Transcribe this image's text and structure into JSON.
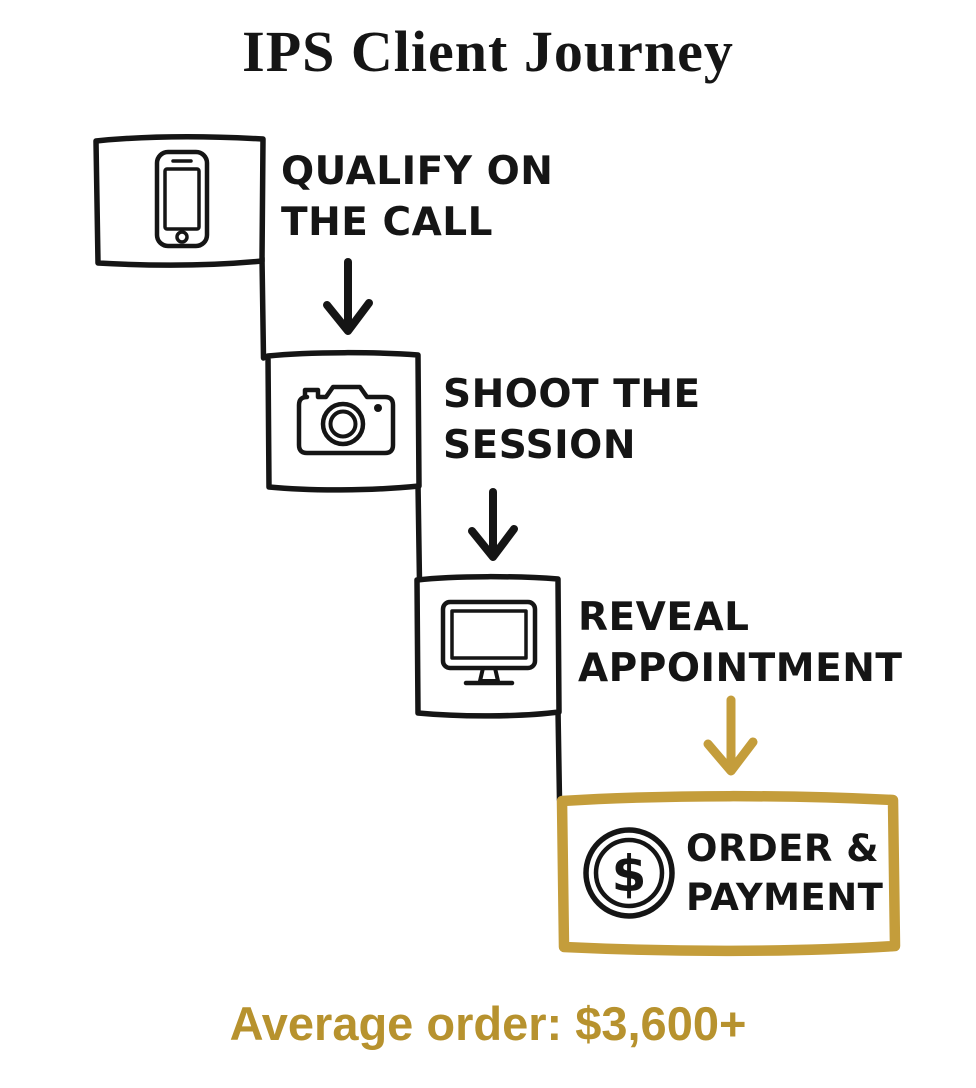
{
  "title": "IPS Client Journey",
  "steps": [
    {
      "label": "QUALIFY ON\nTHE CALL",
      "icon": "smartphone-icon"
    },
    {
      "label": "SHOOT THE\nSESSION",
      "icon": "camera-icon"
    },
    {
      "label": "REVEAL\nAPPOINTMENT",
      "icon": "monitor-icon"
    },
    {
      "label": "ORDER &\nPAYMENT",
      "icon": "dollar-icon",
      "icon_glyph": "$",
      "highlighted": true
    }
  ],
  "footer": {
    "average_order": "Average order: $3,600+"
  },
  "colors": {
    "ink": "#151515",
    "gold": "#C49D3B",
    "gold_text": "#B7922E",
    "bg": "#FFFFFF"
  }
}
